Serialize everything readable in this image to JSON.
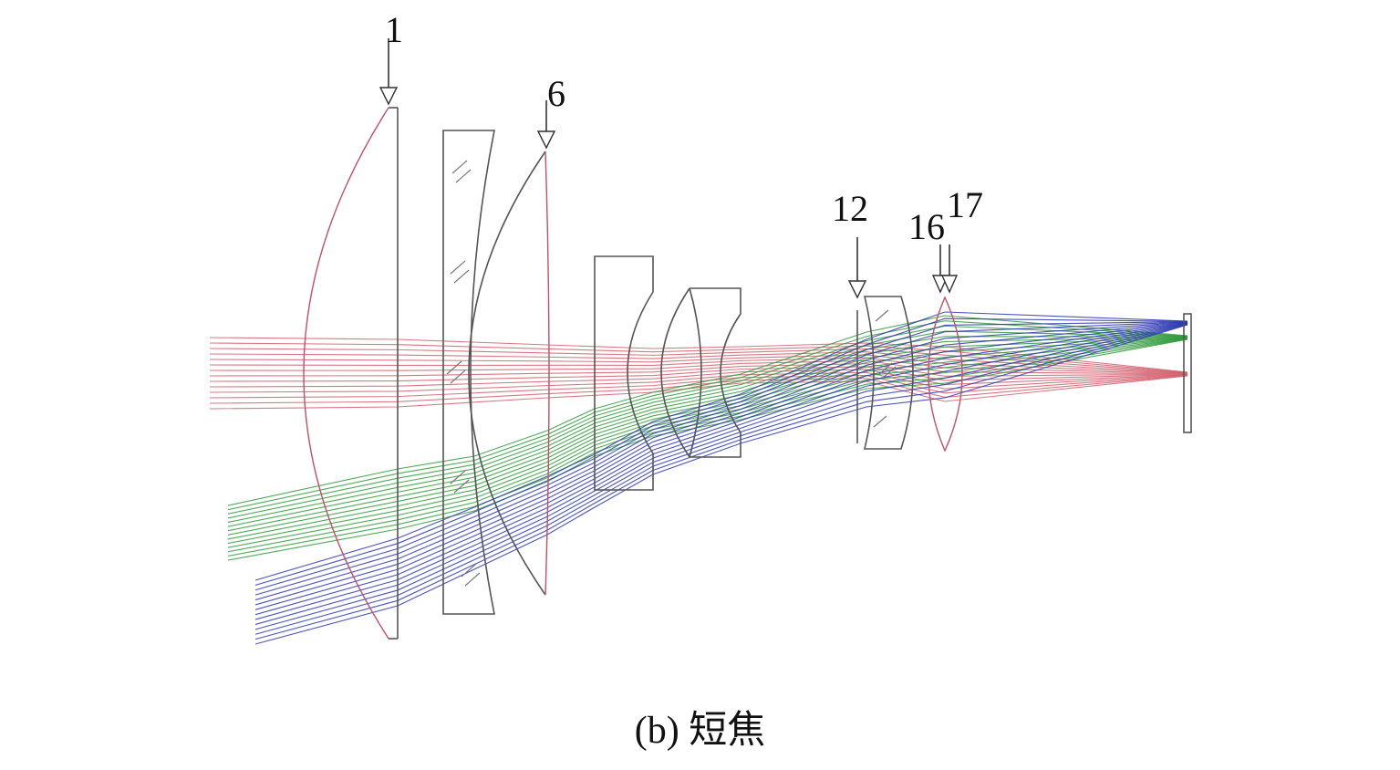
{
  "surface_labels": {
    "s1": "1",
    "s6": "6",
    "s12": "12",
    "s16": "16",
    "s17": "17"
  },
  "caption": "(b) 短焦",
  "colors": {
    "field_on_axis": "#d2606e",
    "field_mid": "#2f9a3a",
    "field_edge": "#2a36b0",
    "lens_outline": "#555555"
  }
}
